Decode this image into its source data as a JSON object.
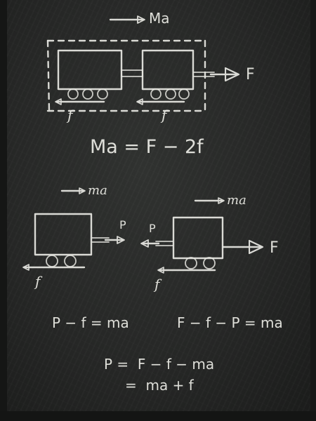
{
  "board": {
    "diagram1": {
      "top_accel_label": "Ma",
      "force_label": "F",
      "friction_left_label": "f",
      "friction_right_label": "f",
      "equation": "Ma = F − 2f"
    },
    "diagram2": {
      "left_accel_label": "ma",
      "right_accel_label": "ma",
      "left_p_label": "P",
      "right_p_label": "P",
      "force_label": "F",
      "friction_left_label": "f",
      "friction_right_label": "f"
    },
    "equations": {
      "left_eq": "P − f = ma",
      "right_eq": "F − f − P = ma",
      "result_line1": "P =  F − f − ma",
      "result_line2": "=  ma + f"
    }
  }
}
